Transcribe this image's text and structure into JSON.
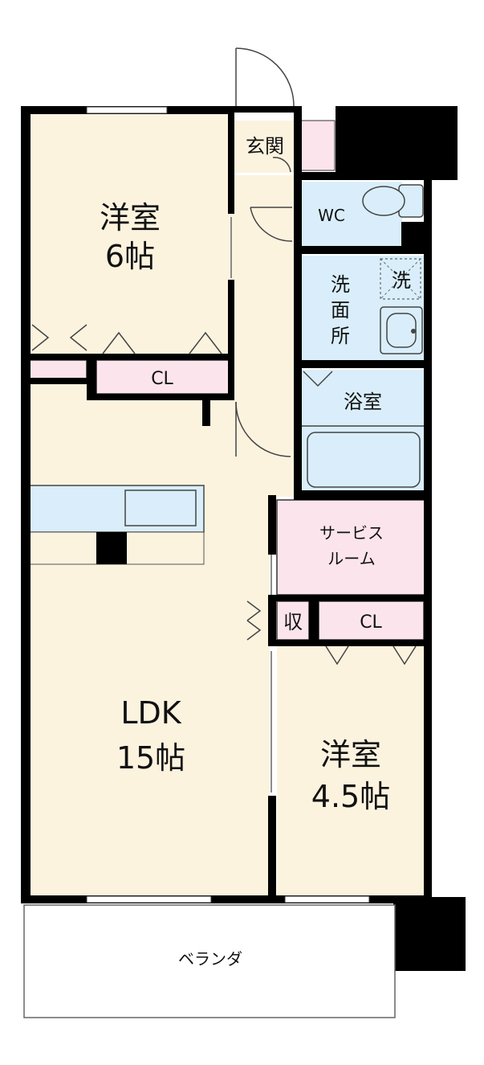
{
  "rooms": {
    "western1": {
      "name": "洋室",
      "size": "6帖"
    },
    "cl1": "CL",
    "entrance": "玄関",
    "wc": "WC",
    "washroom": [
      "洗",
      "面",
      "所"
    ],
    "washer": "洗",
    "bath": "浴室",
    "service": [
      "サービス",
      "ルーム"
    ],
    "storage": "収",
    "cl2": "CL",
    "ldk": {
      "name": "LDK",
      "size": "15帖"
    },
    "western2": {
      "name": "洋室",
      "size": "4.5帖"
    },
    "veranda": "ベランダ"
  },
  "colors": {
    "floor": "#fcf3df",
    "wet_area": "#d9eefa",
    "closet": "#fce4ec",
    "wall": "#000000"
  }
}
